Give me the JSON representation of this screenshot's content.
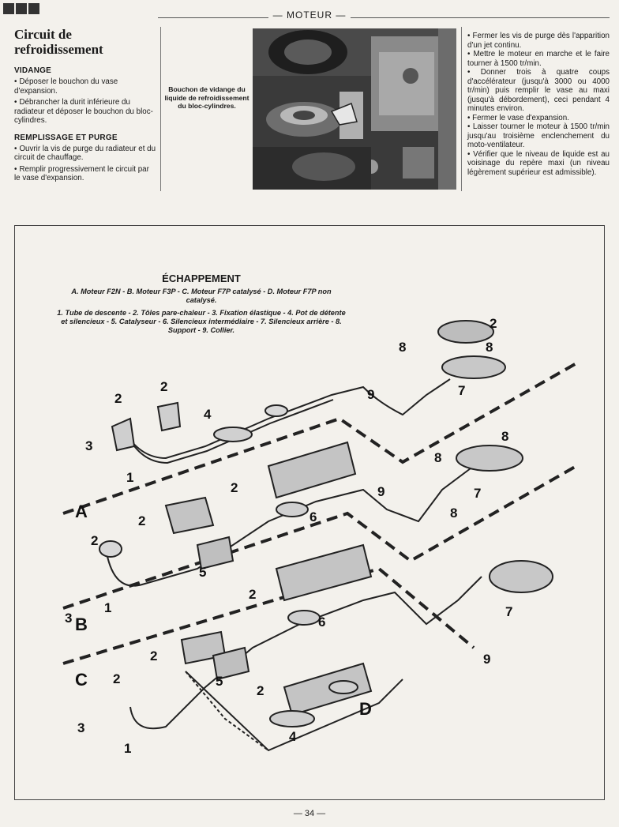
{
  "header": {
    "section": "— MOTEUR —"
  },
  "left": {
    "title": "Circuit de refroidissement",
    "vidange_heading": "VIDANGE",
    "vidange_items": [
      "Déposer le bouchon du vase d'expansion.",
      "Débrancher la durit inférieure du radiateur et déposer le bouchon du bloc-cylindres."
    ],
    "remplissage_heading": "REMPLISSAGE ET PURGE",
    "remplissage_items": [
      "Ouvrir la vis de purge du radiateur et du circuit de chauffage.",
      "Remplir progressivement le circuit par le vase d'expansion."
    ]
  },
  "photo": {
    "caption": "Bouchon de vidange du liquide de refroidissement du bloc-cylindres."
  },
  "right": {
    "items": [
      "Fermer les vis de purge dès l'apparition d'un jet continu.",
      "Mettre le moteur en marche et le faire tourner à 1500 tr/min.",
      "Donner trois à quatre coups d'accélérateur (jusqu'à 3000 ou 4000 tr/min) puis remplir le vase au maxi (jusqu'à débordement), ceci pendant 4 minutes environ.",
      "Fermer le vase d'expansion.",
      "Laisser tourner le moteur à 1500 tr/min jusqu'au troisième enclenchement du moto-ventilateur.",
      "Vérifier que le niveau de liquide est au voisinage du repère maxi (un niveau légèrement supérieur est admissible)."
    ]
  },
  "diagram": {
    "title": "ÉCHAPPEMENT",
    "subtitle": "A. Moteur F2N - B. Moteur F3P - C. Moteur F7P catalysé - D. Moteur F7P non catalysé.",
    "legend": "1. Tube de descente - 2. Tôles pare-chaleur - 3. Fixation élastique - 4. Pot de détente et silencieux - 5. Catalyseur - 6. Silencieux intermédiaire - 7. Silencieux arrière - 8. Support - 9. Collier.",
    "variant_labels": {
      "a": "A",
      "b": "B",
      "c": "C",
      "d": "D"
    },
    "callouts": {
      "n1": "1",
      "n2": "2",
      "n3": "3",
      "n4": "4",
      "n5": "5",
      "n6": "6",
      "n7": "7",
      "n8": "8",
      "n9": "9"
    }
  },
  "footer": {
    "page_number": "— 34 —"
  }
}
